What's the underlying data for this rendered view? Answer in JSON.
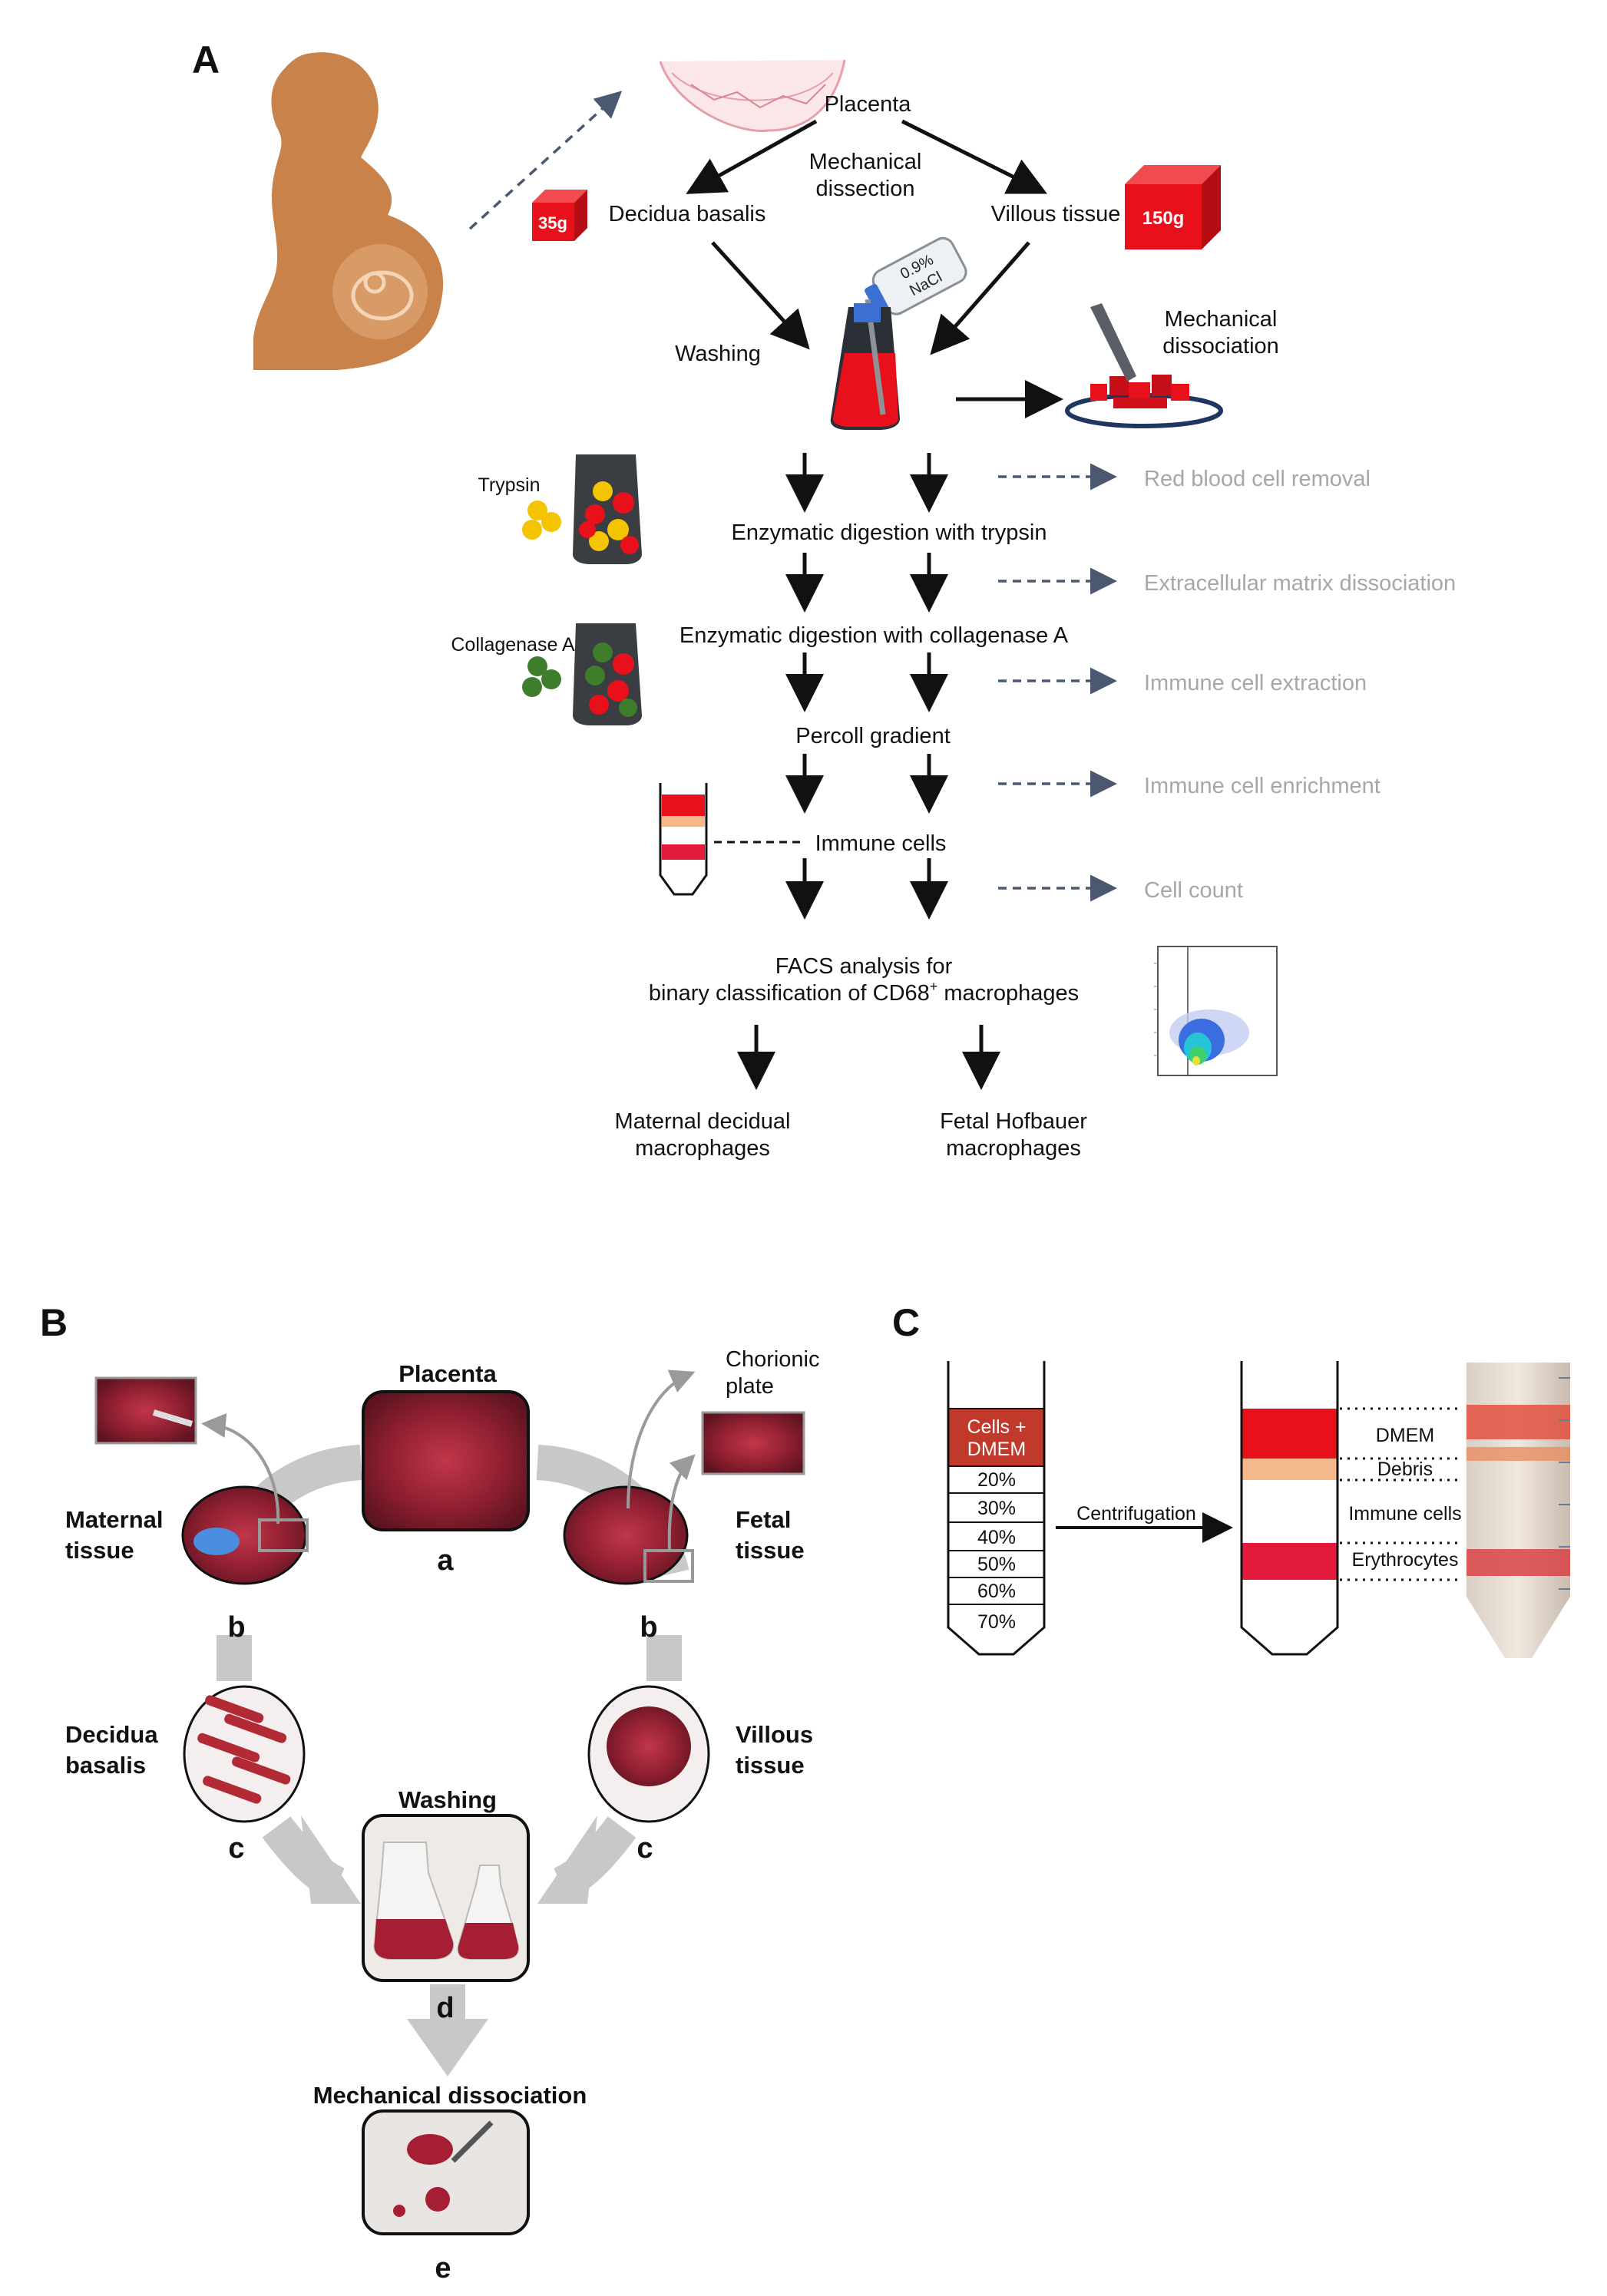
{
  "panel_a": {
    "label": "A",
    "placenta": "Placenta",
    "mechanical_dissection_1": "Mechanical",
    "mechanical_dissection_2": "dissection",
    "decidua_basalis": "Decidua basalis",
    "villous_tissue": "Villous tissue",
    "weight_decidua": "35g",
    "weight_villous": "150g",
    "nacl_1": "0.9%",
    "nacl_2": "NaCl",
    "washing": "Washing",
    "mech_dissociation_1": "Mechanical",
    "mech_dissociation_2": "dissociation",
    "trypsin_label": "Trypsin",
    "collagenase_label": "Collagenase A",
    "step_trypsin": "Enzymatic digestion with trypsin",
    "step_collagenase": "Enzymatic digestion with collagenase A",
    "step_percoll": "Percoll gradient",
    "step_immune": "Immune cells",
    "facs_1": "FACS analysis for",
    "facs_2_pre": "binary classification of CD68",
    "facs_2_sup": "+",
    "facs_2_post": " macrophages",
    "side_rbc": "Red blood cell removal",
    "side_ecm": "Extracellular matrix dissociation",
    "side_extract": "Immune cell extraction",
    "side_enrich": "Immune cell enrichment",
    "side_count": "Cell count",
    "maternal_1": "Maternal decidual",
    "maternal_2": "macrophages",
    "fetal_1": "Fetal Hofbauer",
    "fetal_2": "macrophages"
  },
  "panel_b": {
    "label": "B",
    "placenta": "Placenta",
    "a": "a",
    "chorionic_1": "Chorionic",
    "chorionic_2": "plate",
    "maternal_1": "Maternal",
    "maternal_2": "tissue",
    "fetal_1": "Fetal",
    "fetal_2": "tissue",
    "b_left": "b",
    "b_right": "b",
    "decidua_1": "Decidua",
    "decidua_2": "basalis",
    "villous_1": "Villous",
    "villous_2": "tissue",
    "washing": "Washing",
    "c_left": "c",
    "c_right": "c",
    "d": "d",
    "mech": "Mechanical dissociation",
    "e": "e"
  },
  "panel_c": {
    "label": "C",
    "cells_1": "Cells +",
    "cells_2": "DMEM",
    "pct": [
      "20%",
      "30%",
      "40%",
      "50%",
      "60%",
      "70%"
    ],
    "centrifugation": "Centrifugation",
    "dmem": "DMEM",
    "debris": "Debris",
    "immune": "Immune cells",
    "erythrocytes": "Erythrocytes"
  },
  "colors": {
    "red": "#e8101a",
    "dark_red": "#b12a35",
    "orange_skin": "#c9834a",
    "yellow": "#f5c400",
    "green": "#3d7d2b",
    "peach": "#f5b88a",
    "pink_red": "#e31a3c",
    "arrow_grey": "#c8c8c8",
    "dash_blue": "#4a5870"
  }
}
